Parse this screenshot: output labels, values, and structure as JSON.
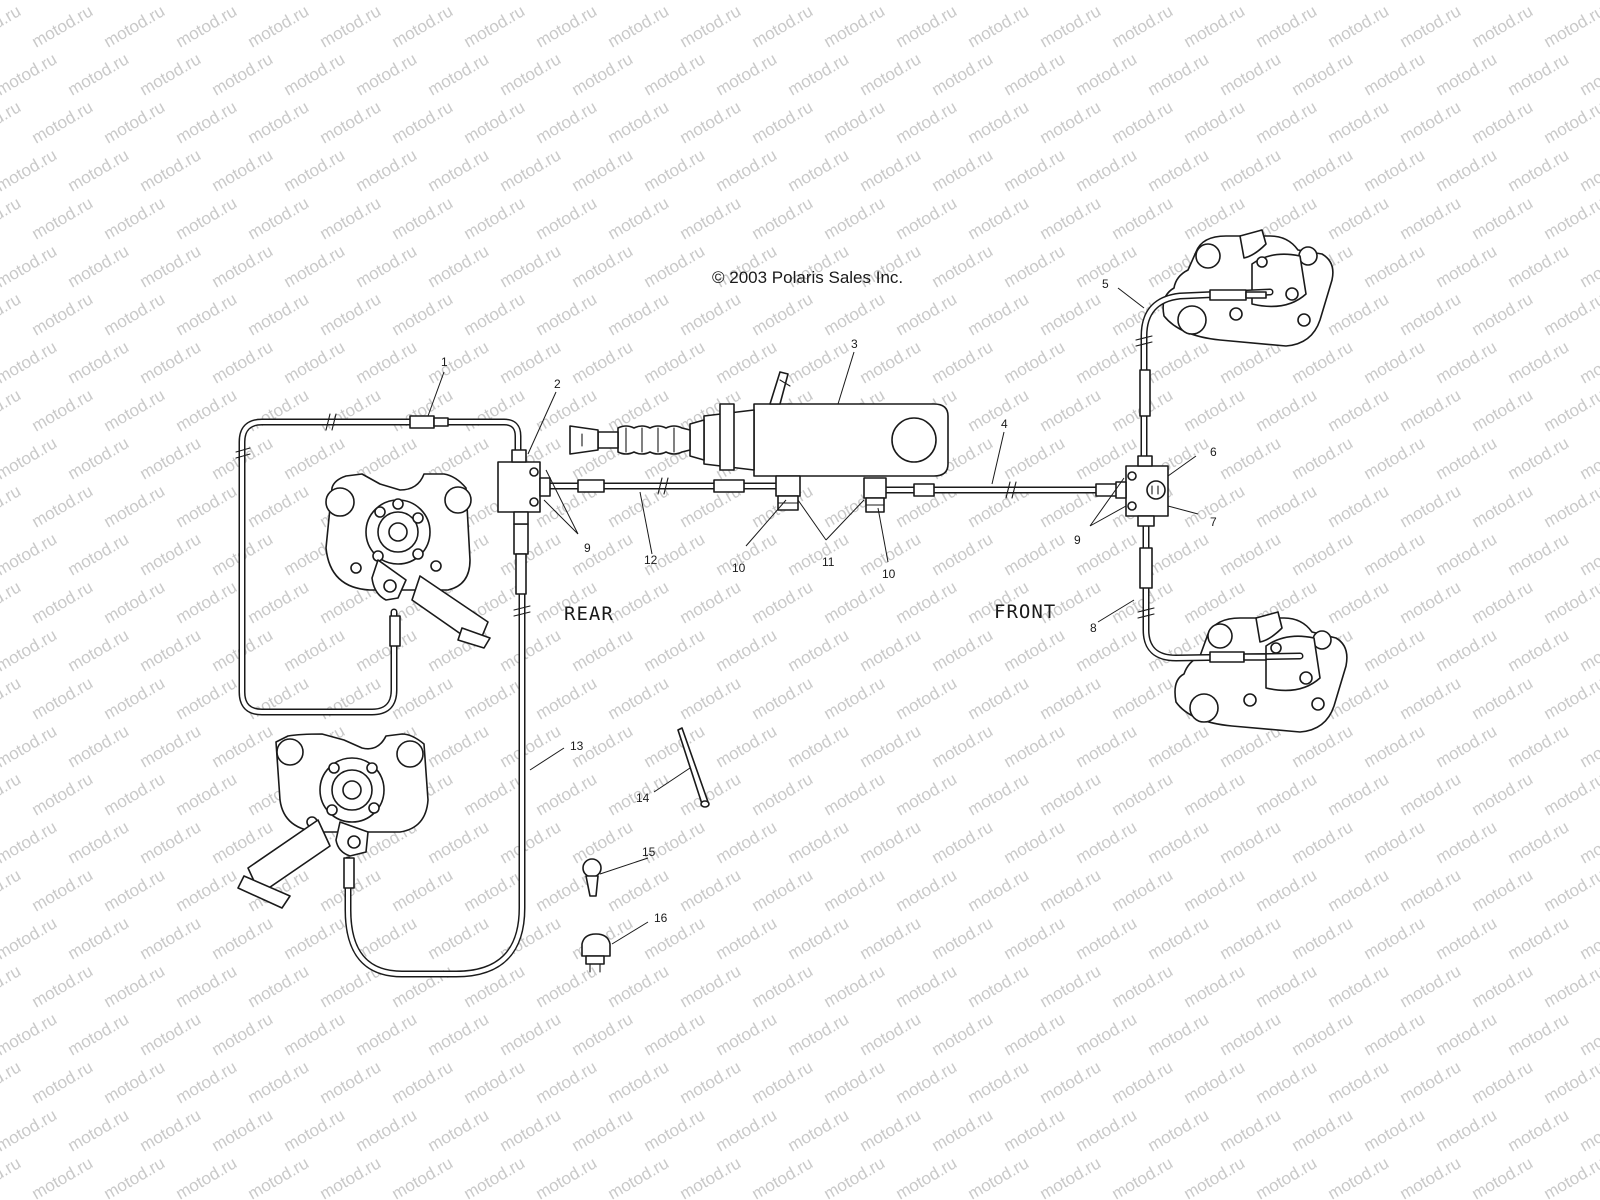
{
  "watermark": "motod.ru",
  "copyright": "© 2003 Polaris Sales Inc.",
  "directions": {
    "rear": "REAR",
    "front": "FRONT"
  },
  "callouts": {
    "c1": "1",
    "c2": "2",
    "c3": "3",
    "c4": "4",
    "c5": "5",
    "c6": "6",
    "c7": "7",
    "c8": "8",
    "c9a": "9",
    "c9b": "9",
    "c10a": "10",
    "c10b": "10",
    "c11": "11",
    "c12": "12",
    "c13": "13",
    "c14": "14",
    "c15": "15",
    "c16": "16"
  }
}
